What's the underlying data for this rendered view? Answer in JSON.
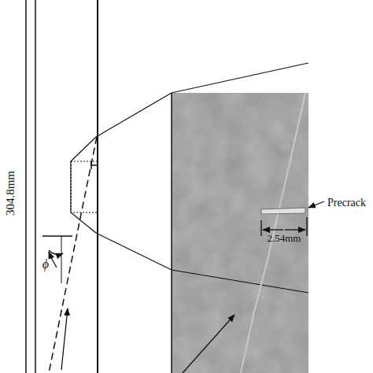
{
  "diagram": {
    "labels": [
      "304.8mm",
      "Precrack",
      "2.54mm",
      "ϕ"
    ]
  }
}
